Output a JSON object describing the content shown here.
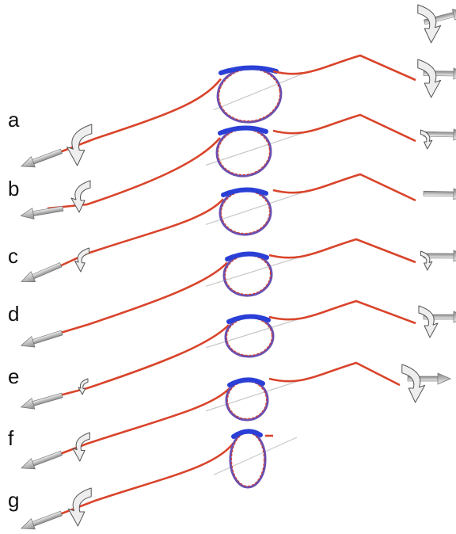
{
  "panels": [
    {
      "label": "a"
    },
    {
      "label": "b"
    },
    {
      "label": "c"
    },
    {
      "label": "d"
    },
    {
      "label": "e"
    },
    {
      "label": "f"
    },
    {
      "label": "g"
    }
  ],
  "colors": {
    "strand": "#d9442b",
    "strand_shadow": "#9c2f1c",
    "loop_highlight": "#2a3fd6",
    "loop_inner": "#6b4fb0",
    "straight_guide": "#c8c8c8",
    "arrow_body": "#bdbdbd",
    "arrow_edge": "#6e6e6e",
    "curl_fill": "#eeeeee",
    "curl_edge": "#555555"
  },
  "icons": {
    "pull_arrow": "double-headed-force-arrow-icon",
    "twist_curl": "torque-curl-arrow-icon"
  }
}
